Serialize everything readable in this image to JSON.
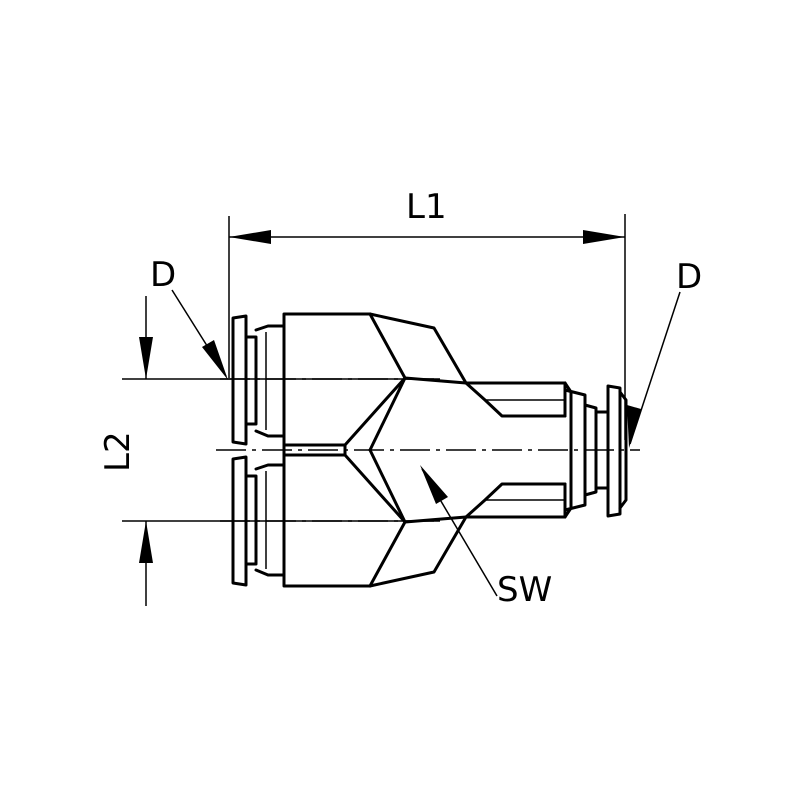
{
  "labels": {
    "l1": "L1",
    "l2": "L2",
    "d_left": "D",
    "d_right": "D",
    "sw": "SW"
  },
  "colors": {
    "line": "#000000",
    "background": "#ffffff"
  }
}
